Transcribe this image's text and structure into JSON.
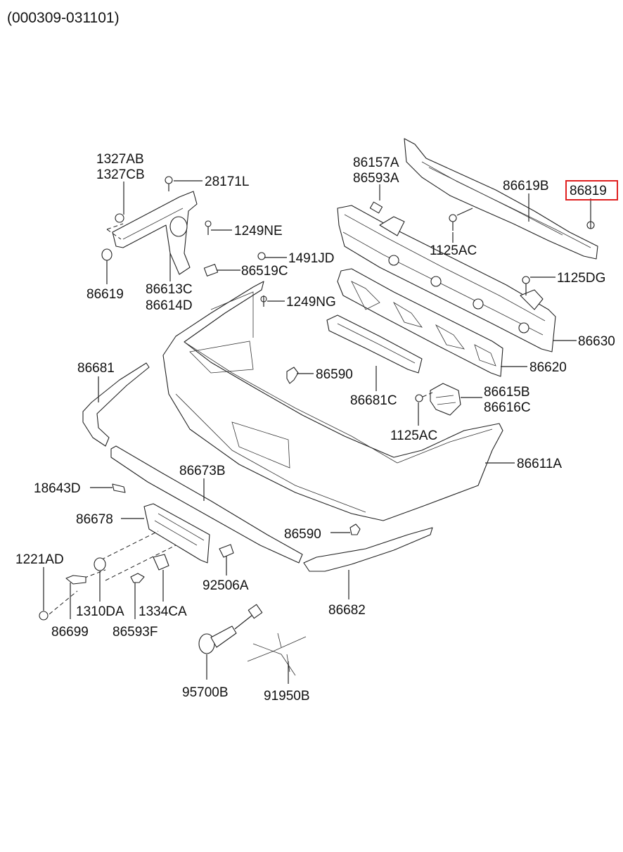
{
  "header": {
    "code": "(000309-031101)"
  },
  "highlight_color": "#e02020",
  "highlighted_part": "86819",
  "labels": {
    "p1327AB": "1327AB",
    "p1327CB": "1327CB",
    "p28171L": "28171L",
    "p1249NE": "1249NE",
    "p1491JD": "1491JD",
    "p86519C": "86519C",
    "p86619": "86619",
    "p86613C": "86613C",
    "p86614D": "86614D",
    "p1249NG": "1249NG",
    "p86157A": "86157A",
    "p86593A": "86593A",
    "p86619B": "86619B",
    "p86819": "86819",
    "p1125AC_top": "1125AC",
    "p1125DG": "1125DG",
    "p86630": "86630",
    "p86620": "86620",
    "p86681": "86681",
    "p86590_top": "86590",
    "p86681C": "86681C",
    "p86615B": "86615B",
    "p86616C": "86616C",
    "p1125AC_mid": "1125AC",
    "p86611A": "86611A",
    "p86673B": "86673B",
    "p18643D": "18643D",
    "p86678": "86678",
    "p86590_low": "86590",
    "p1221AD": "1221AD",
    "p1310DA": "1310DA",
    "p1334CA": "1334CA",
    "p92506A": "92506A",
    "p86682": "86682",
    "p86699": "86699",
    "p86593F": "86593F",
    "p95700B": "95700B",
    "p91950B": "91950B"
  }
}
